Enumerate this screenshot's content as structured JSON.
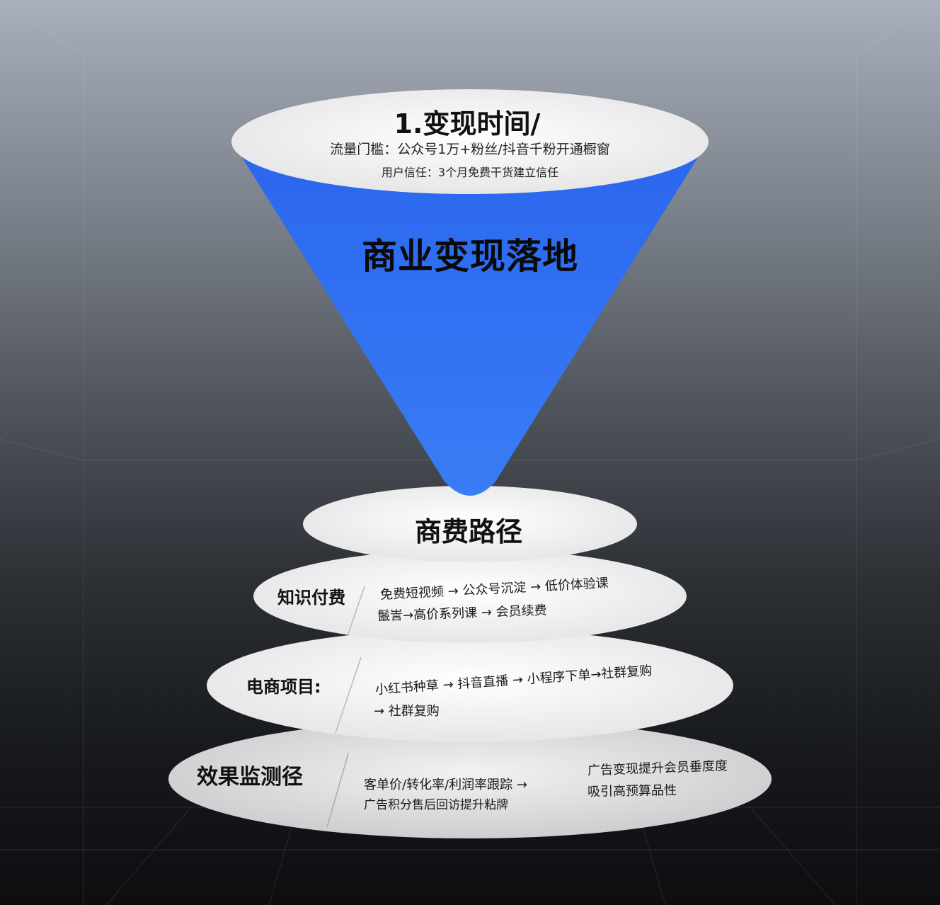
{
  "colors": {
    "funnel_blue": "#2f6df0",
    "disc_white": "#f3f3f3"
  },
  "top": {
    "title": "1.变现时间/",
    "line1": "流量门槛：公众号1万+粉丝/抖音千粉开通橱窗",
    "line2": "用户信任：3个月免费干货建立信任"
  },
  "funnel": {
    "label": "商业变现落地"
  },
  "path": {
    "title": "商费路径"
  },
  "layers": [
    {
      "category": "知识付费",
      "line1": "免费短视频 → 公众号沉淀 → 低价体验课",
      "line2": "鬛訔→高价系列课 → 会员续费"
    },
    {
      "category": "电商项目:",
      "line1": "小红书种草 → 抖音直播 → 小程序下单→社群复购",
      "line2": "→ 社群复购"
    },
    {
      "category": "效果监测径",
      "line1": "客单价/转化率/利润率跟踪 →",
      "line2": "广告积分售后回访提升粘牌",
      "right1": "广告变现提升会员垂度度",
      "right2": "吸引高预算品性"
    }
  ]
}
